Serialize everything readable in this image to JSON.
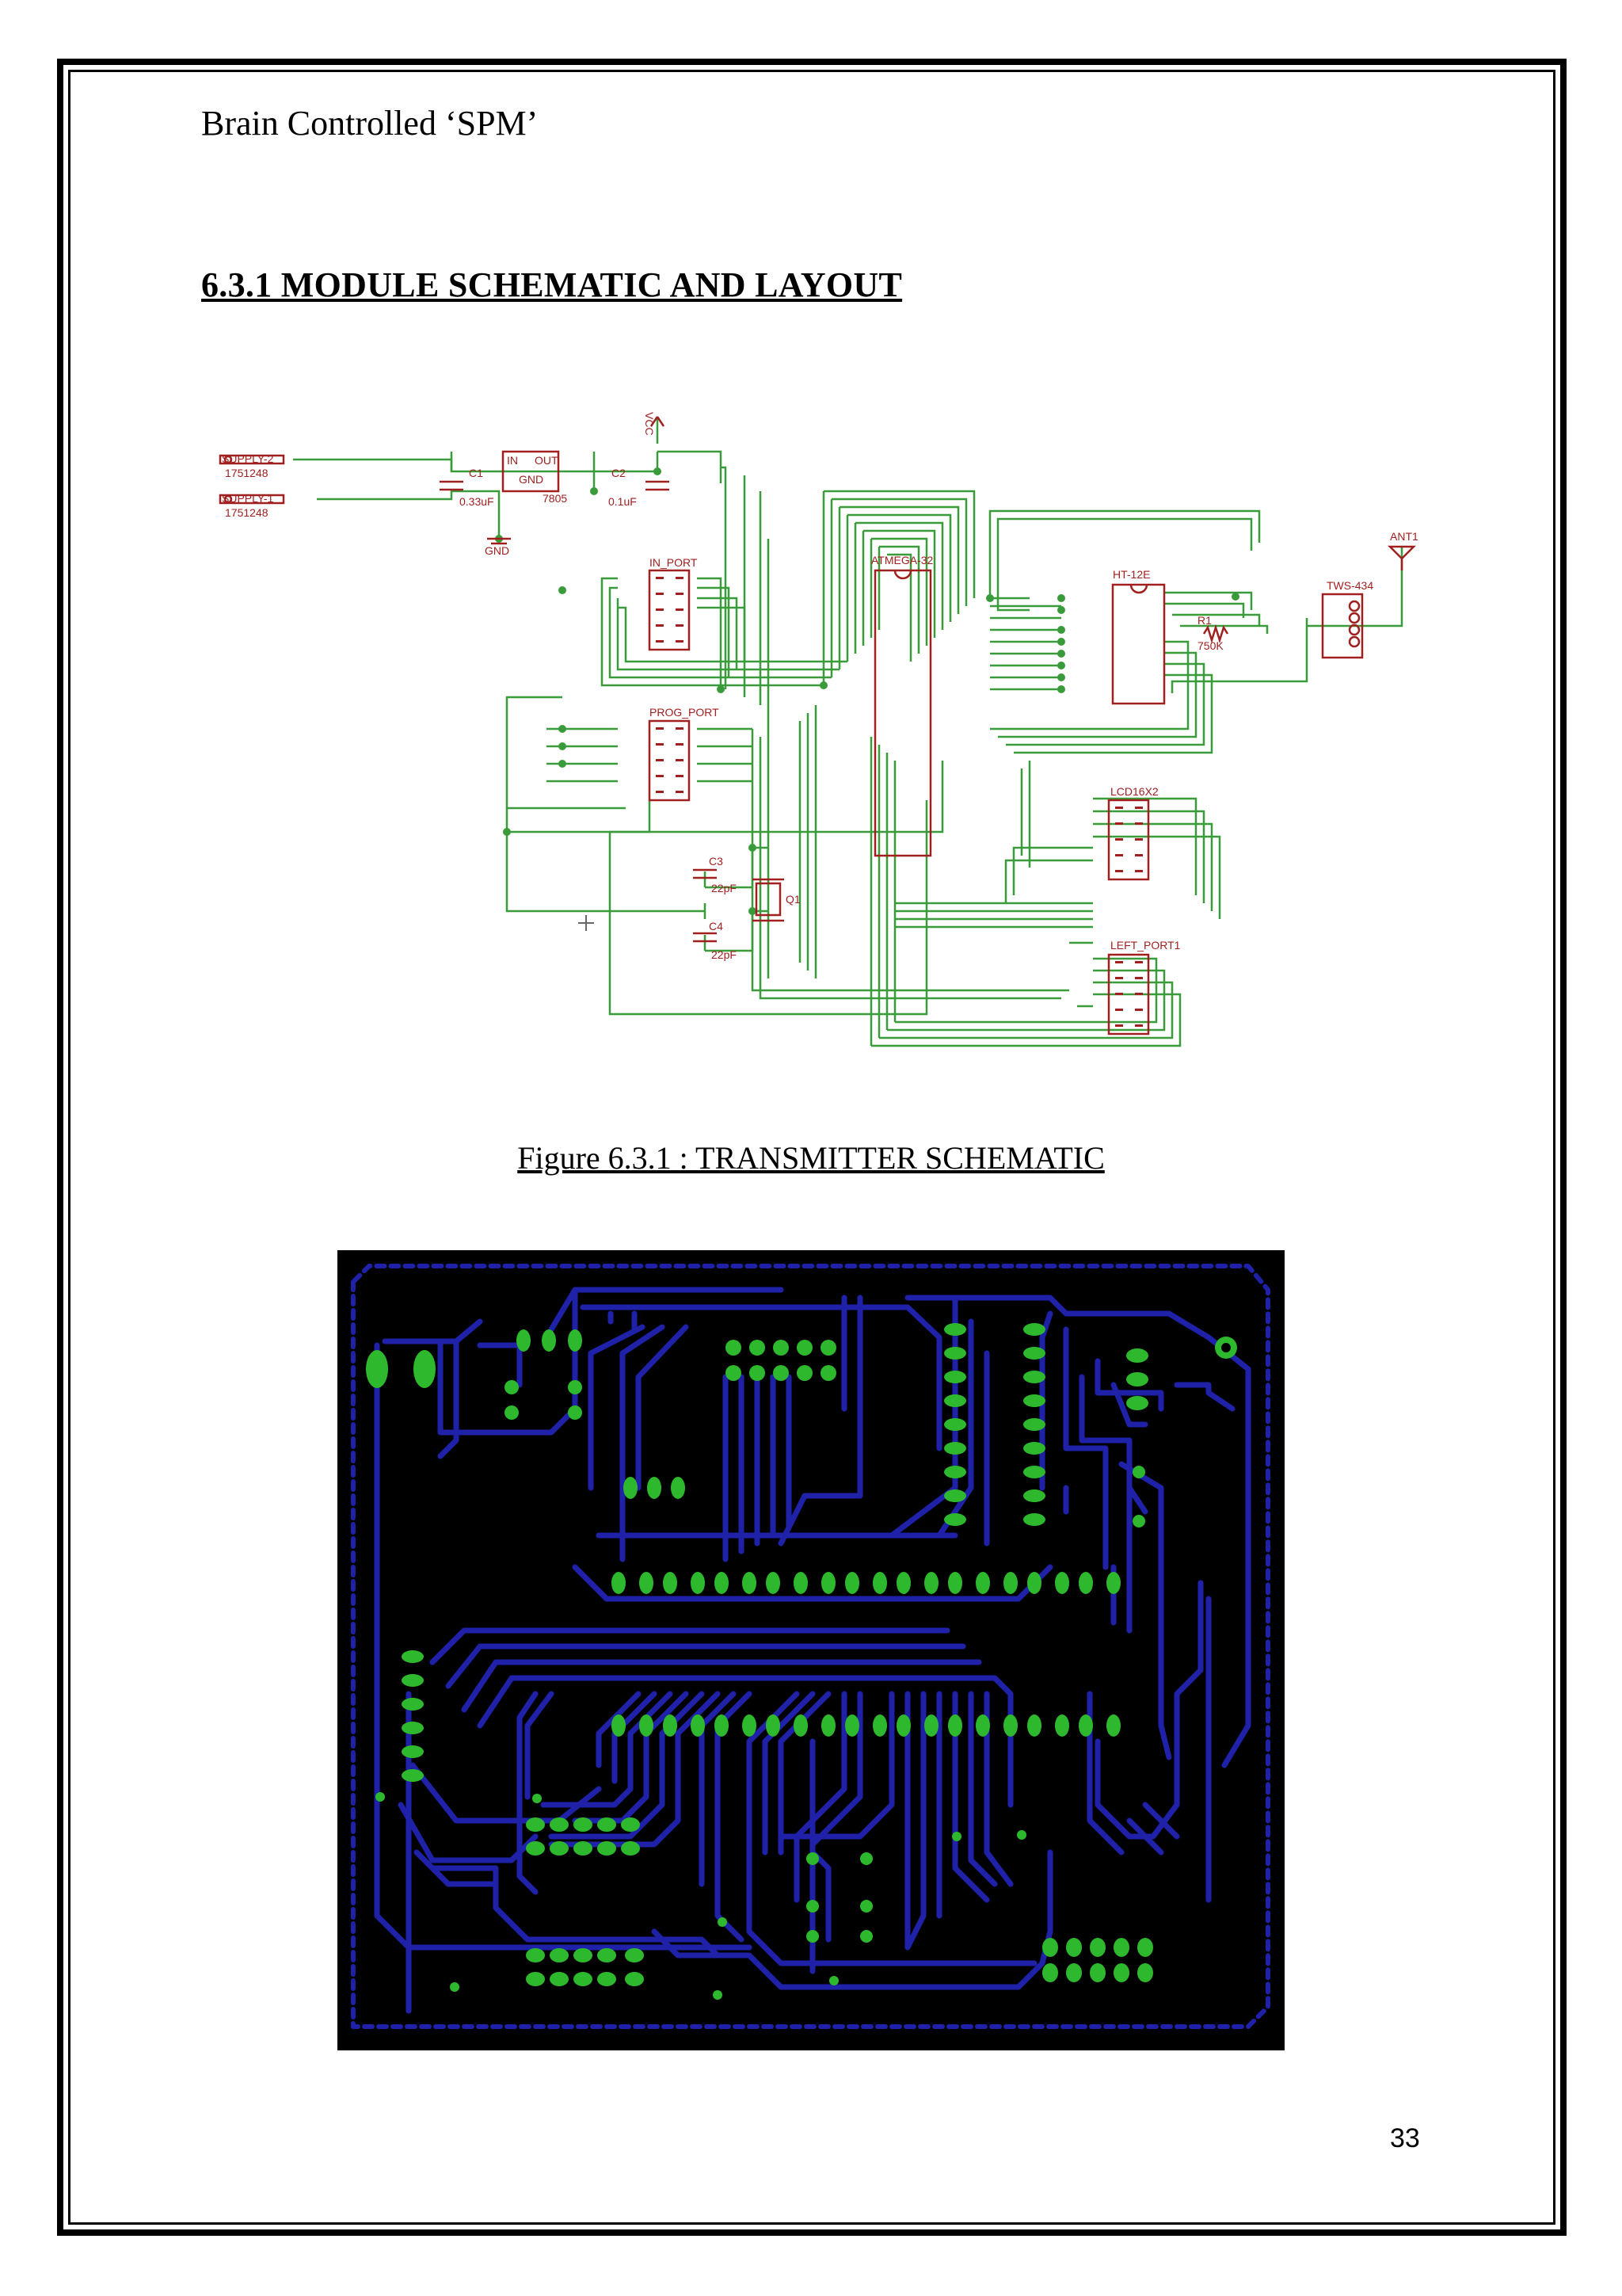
{
  "header": {
    "title": "Brain Controlled ‘SPM’"
  },
  "section": {
    "title": "6.3.1 MODULE SCHEMATIC AND LAYOUT"
  },
  "schematic": {
    "labels": {
      "supply2": "SUPPLY-2",
      "supply2_part": "1751248",
      "supply1": "SUPPLY-1",
      "supply1_part": "1751248",
      "vcc": "VCC",
      "gnd": "GND",
      "c1": "C1",
      "c1_val": "0.33uF",
      "c2": "C2",
      "c2_val": "0.1uF",
      "reg_in": "IN",
      "reg_out": "OUT",
      "reg_gnd": "GND",
      "reg_val": "7805",
      "in_port": "IN_PORT",
      "prog_port": "PROG_PORT",
      "atmega": "ATMEGA-32",
      "ht12e": "HT-12E",
      "r1": "R1",
      "r1_val": "750K",
      "tws": "TWS-434",
      "ant": "ANT1",
      "lcd": "LCD16X2",
      "left_port": "LEFT_PORT1",
      "c3": "C3",
      "c3_val": "22pF",
      "c4": "C4",
      "c4_val": "22pF",
      "q1": "Q1"
    }
  },
  "figure": {
    "caption": "Figure 6.3.1 : TRANSMITTER SCHEMATIC"
  },
  "page": {
    "number": "33"
  },
  "colors": {
    "wire": "#3a9b3a",
    "part": "#a02020",
    "board": "#000000",
    "trace": "#1f22a8",
    "pad": "#2db82d"
  }
}
